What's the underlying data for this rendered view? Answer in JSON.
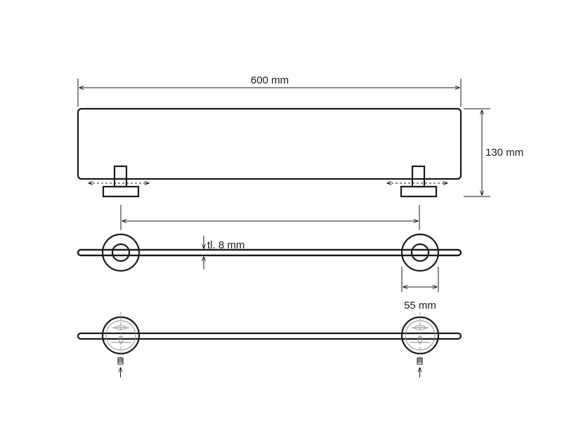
{
  "dimensions": {
    "total_width": "600 mm",
    "height": "130 mm",
    "thickness": "tl. 8 mm",
    "bracket_diameter": "55 mm"
  },
  "colors": {
    "line": "#1a1a1a",
    "background": "#ffffff"
  }
}
